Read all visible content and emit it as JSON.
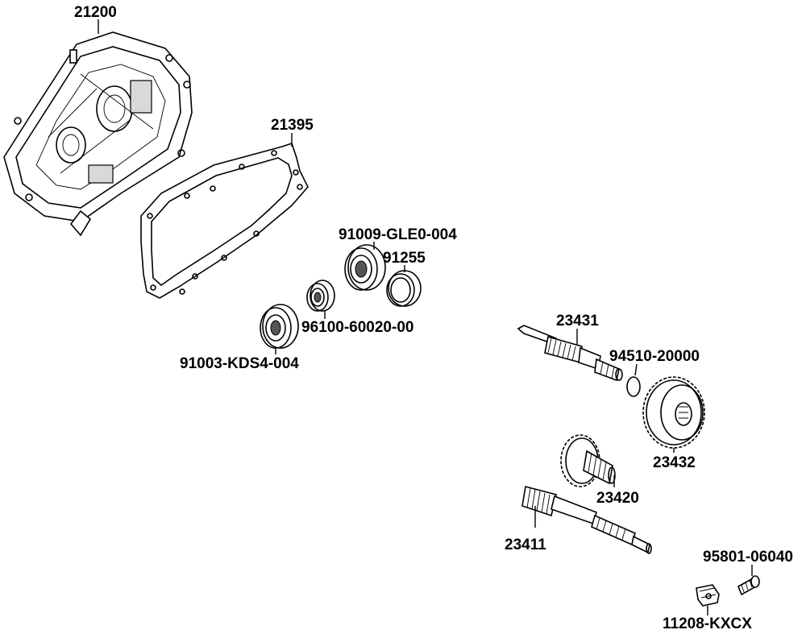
{
  "parts": [
    {
      "id": "p21200",
      "label": "21200"
    },
    {
      "id": "p21395",
      "label": "21395"
    },
    {
      "id": "p91009",
      "label": "91009-GLE0-004"
    },
    {
      "id": "p91255",
      "label": "91255"
    },
    {
      "id": "p96100",
      "label": "96100-60020-00"
    },
    {
      "id": "p91003",
      "label": "91003-KDS4-004"
    },
    {
      "id": "p23431",
      "label": "23431"
    },
    {
      "id": "p94510",
      "label": "94510-20000"
    },
    {
      "id": "p23432",
      "label": "23432"
    },
    {
      "id": "p23420",
      "label": "23420"
    },
    {
      "id": "p23411",
      "label": "23411"
    },
    {
      "id": "p95801",
      "label": "95801-06040"
    },
    {
      "id": "p11208",
      "label": "11208-KXCX"
    }
  ]
}
